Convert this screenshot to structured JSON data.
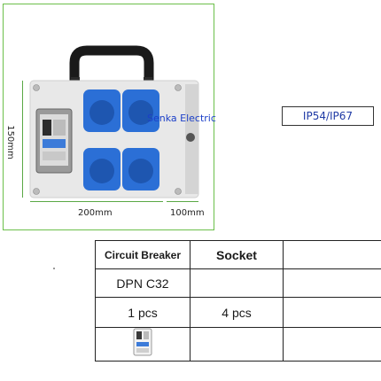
{
  "product": {
    "brand": "Senka Electric",
    "ip_rating": "IP54/IP67",
    "dimensions": {
      "height": "150mm",
      "width": "200mm",
      "depth": "100mm"
    },
    "sockets_count": 4
  },
  "spec_table": {
    "headers": [
      "Circuit Breaker",
      "Socket",
      ""
    ],
    "rows": [
      [
        "DPN C32",
        "",
        ""
      ],
      [
        "1 pcs",
        "4 pcs",
        ""
      ],
      [
        "",
        "",
        ""
      ]
    ]
  },
  "colors": {
    "frame_green": "#6cbf4a",
    "socket_blue": "#2b6fd6",
    "housing_gray": "#e6e6e6",
    "brand_blue": "#1b3fc8"
  },
  "icons": [
    "handle-icon",
    "socket-icon",
    "breaker-icon",
    "screw-icon"
  ]
}
